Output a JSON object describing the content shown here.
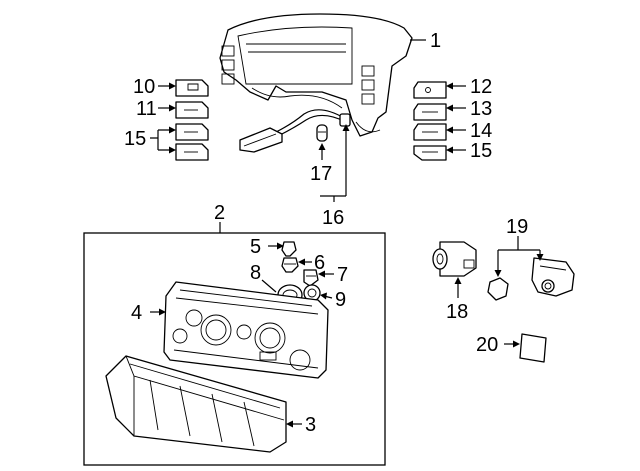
{
  "diagram": {
    "callouts": [
      "1",
      "2",
      "3",
      "4",
      "5",
      "6",
      "7",
      "8",
      "9",
      "10",
      "11",
      "12",
      "13",
      "14",
      "15",
      "15",
      "16",
      "17",
      "18",
      "19",
      "20"
    ],
    "parts": {
      "dash_bezel": "1",
      "cluster_assembly": "2",
      "lens": "3",
      "circuit_board": "4",
      "bulb_5": "5",
      "bulb_6": "6",
      "bulb_7": "7",
      "bulb_8": "8",
      "socket_9": "9",
      "switch_10": "10",
      "switch_11": "11",
      "switch_12": "12",
      "switch_13": "13",
      "switch_14": "14",
      "switch_15_left": "15",
      "switch_15_right": "15",
      "harness": "16",
      "bulb_17": "17",
      "rheostat": "18",
      "switch_19": "19",
      "label_20": "20"
    }
  }
}
